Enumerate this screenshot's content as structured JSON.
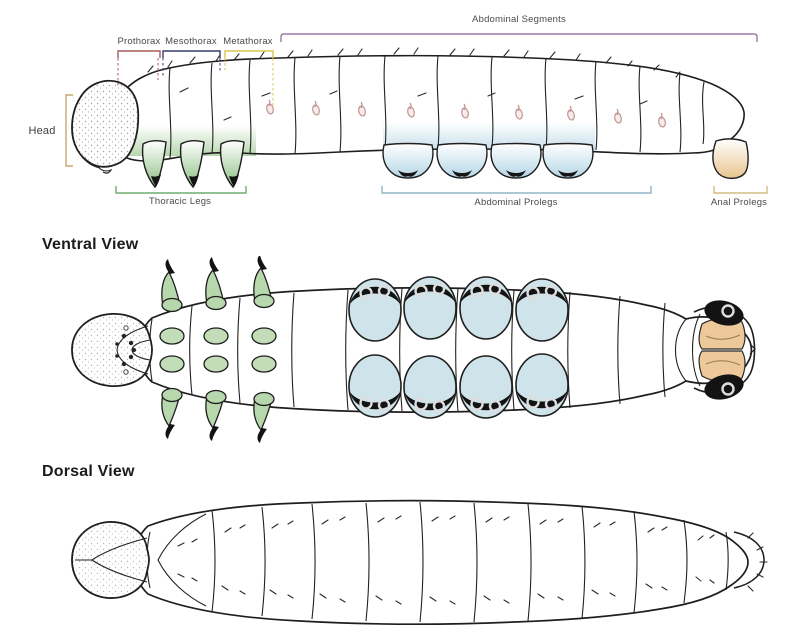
{
  "figure": {
    "lateral": {
      "bracket_labels": {
        "prothorax": "Prothorax",
        "mesothorax": "Mesothorax",
        "metathorax": "Metathorax",
        "abdominal_segments": "Abdominal Segments",
        "head": "Head",
        "thoracic_legs": "Thoracic Legs",
        "abdominal_prolegs": "Abdominal Prolegs",
        "anal_prolegs": "Anal Prolegs"
      }
    },
    "ventral": {
      "heading": "Ventral View"
    },
    "dorsal": {
      "heading": "Dorsal View"
    },
    "colors": {
      "prothorax_bracket": "#a85a5a",
      "mesothorax_bracket": "#333f6e",
      "metathorax_bracket": "#d9c54b",
      "abdominal_segments_bracket": "#9b7aa9",
      "head_bracket": "#c7a96e",
      "thoracic_legs_bracket": "#6fae6f",
      "abdominal_prolegs_bracket": "#8fb6c6",
      "anal_prolegs_bracket": "#d3bc84",
      "thoracic_leg_fill": "#8cbf83",
      "abdominal_proleg_fill": "#b4d6e6",
      "anal_proleg_fill": "#e9c48e",
      "spiracle": "#c29292",
      "outline": "#1e1e1e"
    }
  }
}
